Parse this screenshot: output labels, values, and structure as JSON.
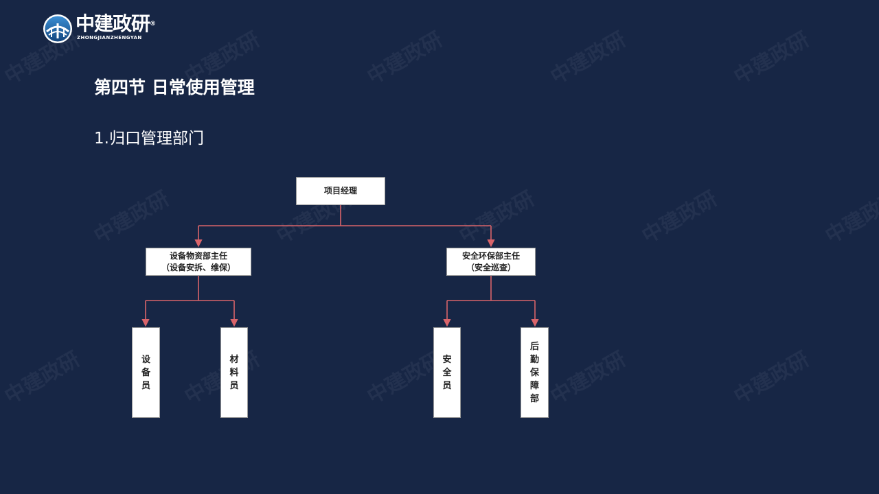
{
  "watermark": {
    "text": "中建政研",
    "color": "rgba(255,255,255,0.055)"
  },
  "logo": {
    "name": "中建政研",
    "registered": "®",
    "subtext": "ZHONGJIANZHENGYAN"
  },
  "title": "第四节 日常使用管理",
  "subtitle": "1.归口管理部门",
  "colors": {
    "background": "#172645",
    "connector": "#d9646a",
    "box_fill": "#ffffff",
    "box_border": "#9a9a9a",
    "box_text": "#222222"
  },
  "org_chart": {
    "root": {
      "label": "项目经理"
    },
    "branches": [
      {
        "label": "设备物资部主任\n（设备安拆、维保）",
        "children": [
          {
            "label": "设备员"
          },
          {
            "label": "材料员"
          }
        ]
      },
      {
        "label": "安全环保部主任\n（安全巡查）",
        "children": [
          {
            "label": "安全员"
          },
          {
            "label": "后勤保障部"
          }
        ]
      }
    ]
  }
}
